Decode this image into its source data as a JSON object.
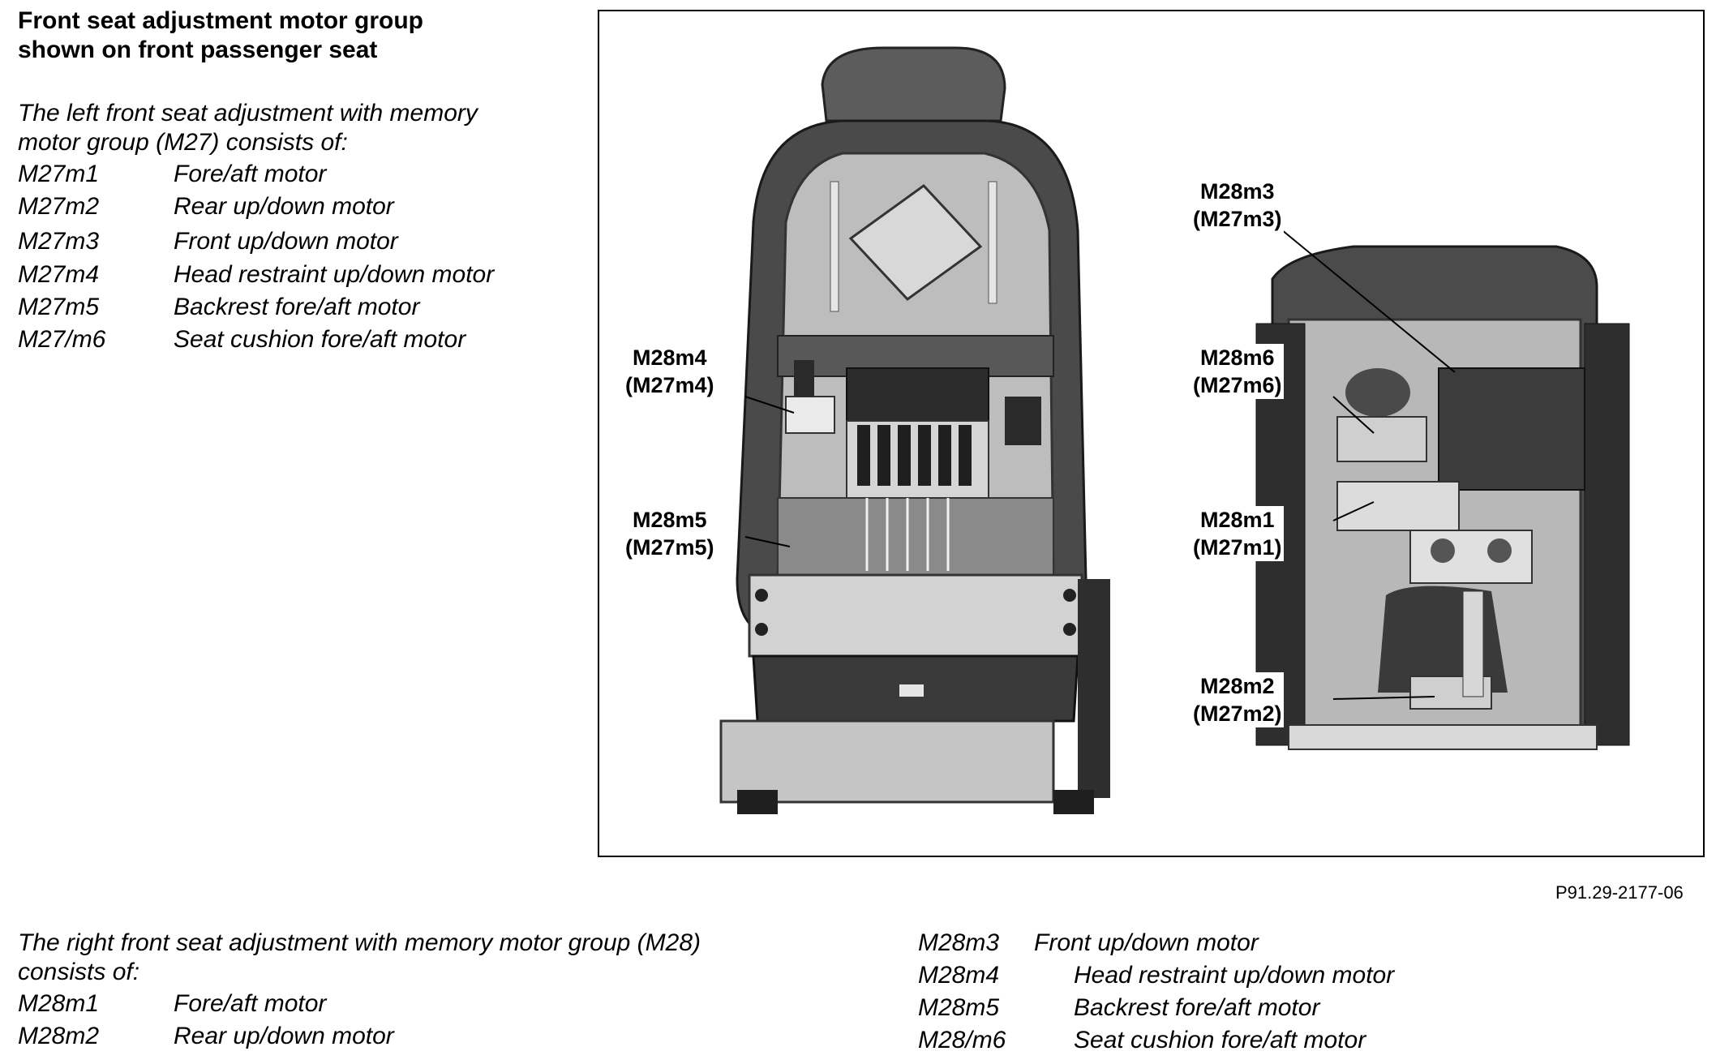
{
  "title_lines": [
    "Front seat adjustment motor group",
    "shown on front passenger seat"
  ],
  "left_group": {
    "intro_lines": [
      "The left front seat adjustment with memory",
      "motor group (M27) consists of:"
    ],
    "items": [
      {
        "code": "M27m1",
        "desc": "Fore/aft motor"
      },
      {
        "code": "M27m2",
        "desc": "Rear up/down motor"
      },
      {
        "code": "M27m3",
        "desc": "Front up/down motor"
      },
      {
        "code": "M27m4",
        "desc": "Head restraint up/down motor"
      },
      {
        "code": "M27m5",
        "desc": "Backrest fore/aft motor"
      },
      {
        "code": "M27/m6",
        "desc": "Seat cushion fore/aft motor"
      }
    ]
  },
  "figure": {
    "callouts": [
      {
        "a": "M28m4",
        "b": "(M27m4)"
      },
      {
        "a": "M28m5",
        "b": "(M27m5)"
      },
      {
        "a": "M28m3",
        "b": "(M27m3)"
      },
      {
        "a": "M28m6",
        "b": "(M27m6)"
      },
      {
        "a": "M28m1",
        "b": "(M27m1)"
      },
      {
        "a": "M28m2",
        "b": "(M27m2)"
      }
    ],
    "reference": "P91.29-2177-06"
  },
  "right_group": {
    "intro_lines": [
      "The right front seat adjustment with memory motor group (M28)",
      "consists of:"
    ],
    "items_left": [
      {
        "code": "M28m1",
        "desc": "Fore/aft motor"
      },
      {
        "code": "M28m2",
        "desc": "Rear up/down motor"
      }
    ],
    "items_right": [
      {
        "code": "M28m3",
        "desc": "Front up/down motor"
      },
      {
        "code": "M28m4",
        "desc": "Head restraint up/down motor"
      },
      {
        "code": "M28m5",
        "desc": "Backrest fore/aft motor"
      },
      {
        "code": "M28/m6",
        "desc": "Seat cushion fore/aft motor"
      }
    ]
  }
}
